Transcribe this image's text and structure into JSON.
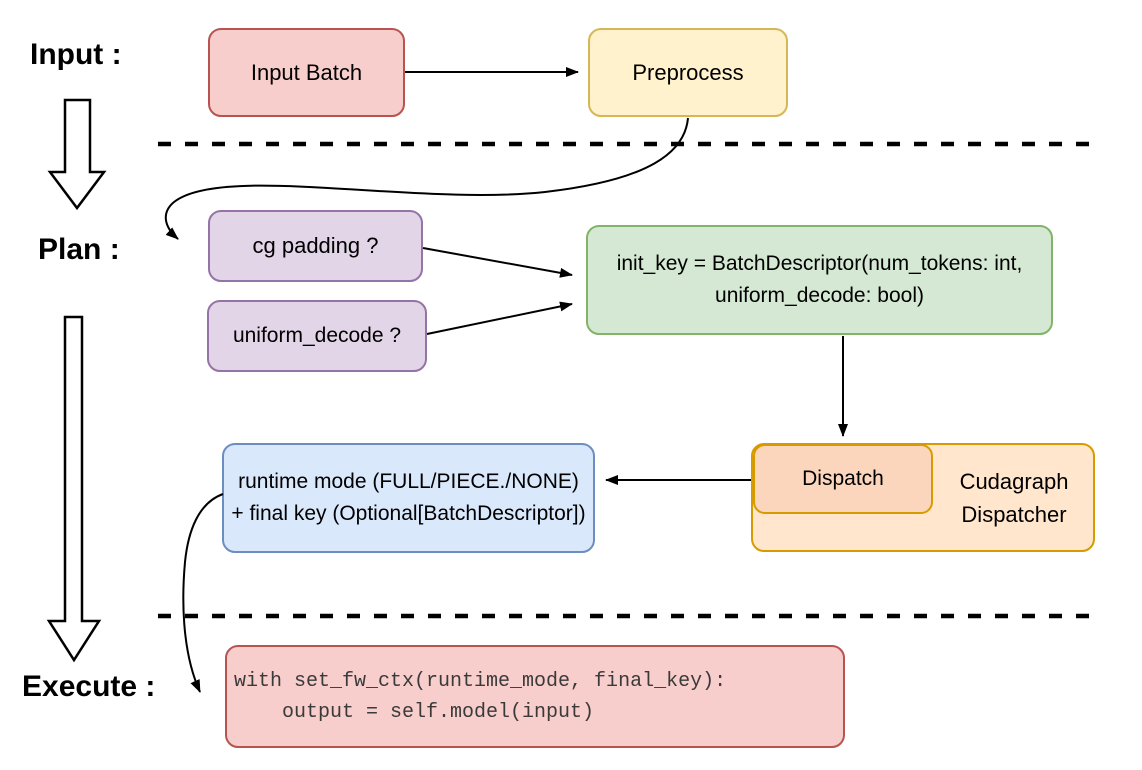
{
  "phases": {
    "input": "Input :",
    "plan": "Plan :",
    "execute": "Execute :"
  },
  "nodes": {
    "input_batch": {
      "label": "Input Batch",
      "fill": "#F8CECC",
      "stroke": "#B85450"
    },
    "preprocess": {
      "label": "Preprocess",
      "fill": "#FFF2CC",
      "stroke": "#D6B656"
    },
    "cg_padding": {
      "label": "cg padding ?",
      "fill": "#E1D5E7",
      "stroke": "#9673A6"
    },
    "uniform_decode": {
      "label": "uniform_decode ?",
      "fill": "#E1D5E7",
      "stroke": "#9673A6"
    },
    "init_key": {
      "line1": "init_key = BatchDescriptor(num_tokens: int,",
      "line2": "uniform_decode: bool)",
      "fill": "#D5E8D4",
      "stroke": "#82B366"
    },
    "dispatch": {
      "label": "Dispatch",
      "fill": "#FBD6BC",
      "stroke": "#D79B00"
    },
    "cudagraph_dispatcher": {
      "line1": "Cudagraph",
      "line2": "Dispatcher",
      "fill": "#FFE6CC",
      "stroke": "#D79B00"
    },
    "runtime_mode": {
      "line1": "runtime mode (FULL/PIECE./NONE)",
      "line2": "+ final key (Optional[BatchDescriptor])",
      "fill": "#DAE8FC",
      "stroke": "#6C8EBF"
    },
    "execute_code": {
      "line1": "with set_fw_ctx(runtime_mode, final_key):",
      "line2": "    output = self.model(input)",
      "fill": "#F8CECC",
      "stroke": "#B85450"
    }
  },
  "edges": [
    {
      "from": "input_batch",
      "to": "preprocess",
      "style": "straight-arrow"
    },
    {
      "from": "preprocess",
      "to": "plan-section",
      "style": "curved-arrow"
    },
    {
      "from": "cg_padding",
      "to": "init_key",
      "style": "straight-arrow"
    },
    {
      "from": "uniform_decode",
      "to": "init_key",
      "style": "straight-arrow"
    },
    {
      "from": "init_key",
      "to": "dispatch",
      "style": "straight-arrow"
    },
    {
      "from": "dispatch",
      "to": "runtime_mode",
      "style": "straight-arrow"
    },
    {
      "from": "runtime_mode",
      "to": "execute_code",
      "style": "curved-arrow"
    }
  ],
  "separators": [
    {
      "between": "input-plan",
      "style": "dashed"
    },
    {
      "between": "plan-execute",
      "style": "dashed"
    }
  ],
  "colors": {
    "background": "#FFFFFF",
    "connector": "#000000",
    "red_fill": "#F8CECC",
    "red_stroke": "#B85450",
    "yellow_fill": "#FFF2CC",
    "yellow_stroke": "#D6B656",
    "purple_fill": "#E1D5E7",
    "purple_stroke": "#9673A6",
    "green_fill": "#D5E8D4",
    "green_stroke": "#82B366",
    "orange_fill": "#FFE6CC",
    "orange_inner_fill": "#FBD6BC",
    "orange_stroke": "#D79B00",
    "blue_fill": "#DAE8FC",
    "blue_stroke": "#6C8EBF",
    "code_text": "#3A3A3A"
  }
}
